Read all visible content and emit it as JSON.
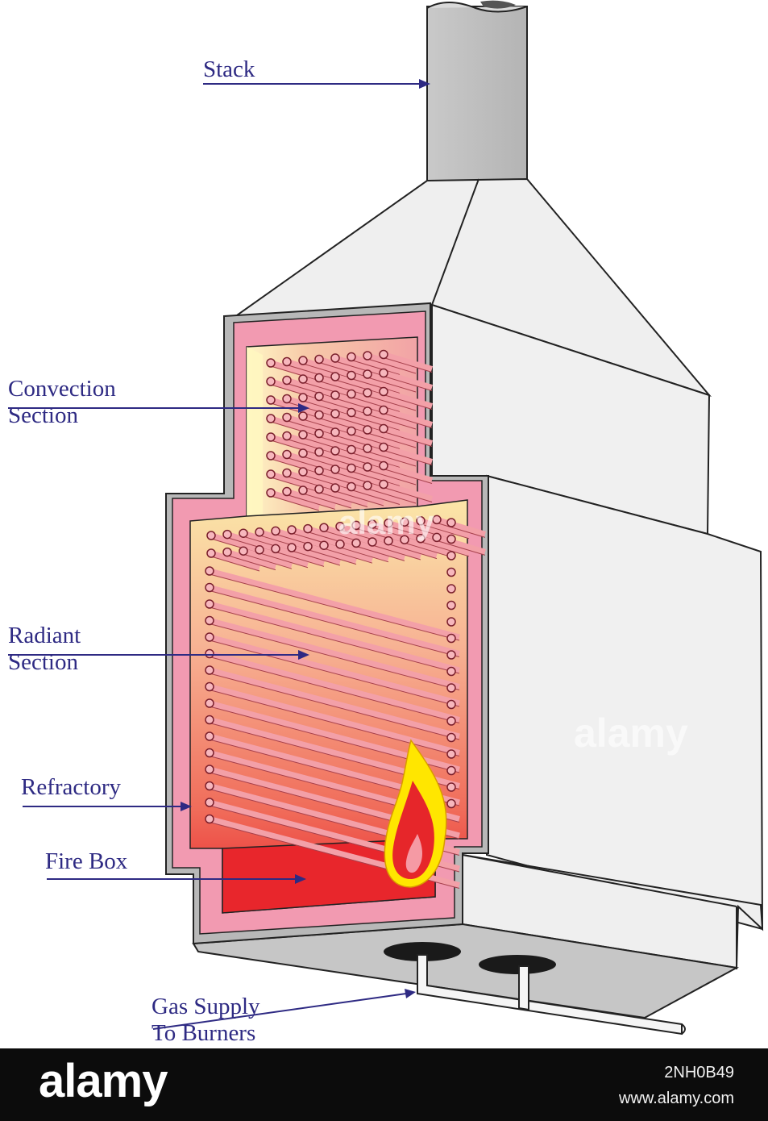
{
  "labels": {
    "stack": "Stack",
    "convection": [
      "Convection",
      "Section"
    ],
    "radiant": [
      "Radiant",
      "Section"
    ],
    "refractory": "Refractory",
    "fire_box": "Fire Box",
    "gas_supply": [
      "Gas Supply",
      "To Burners"
    ]
  },
  "footer": {
    "brand": "alamy",
    "image_id": "2NH0B49",
    "site": "www.alamy.com"
  },
  "watermarks": [
    "alamy",
    "alamy"
  ],
  "colors": {
    "label_text": "#2e2a83",
    "shell": "#efefef",
    "stack": "#bdbdbd",
    "casing": "#b8b8b8",
    "refractory": "#f29ab1",
    "firebox": "#e8262c",
    "flame_outer": "#ffe600",
    "flame_inner": "#e6262a",
    "tube": "#f3a0a8",
    "footer_bg": "#0c0c0c"
  },
  "icons": [
    "furnace-diagram",
    "flame-icon",
    "burner-icon",
    "alamy-logo-icon"
  ]
}
